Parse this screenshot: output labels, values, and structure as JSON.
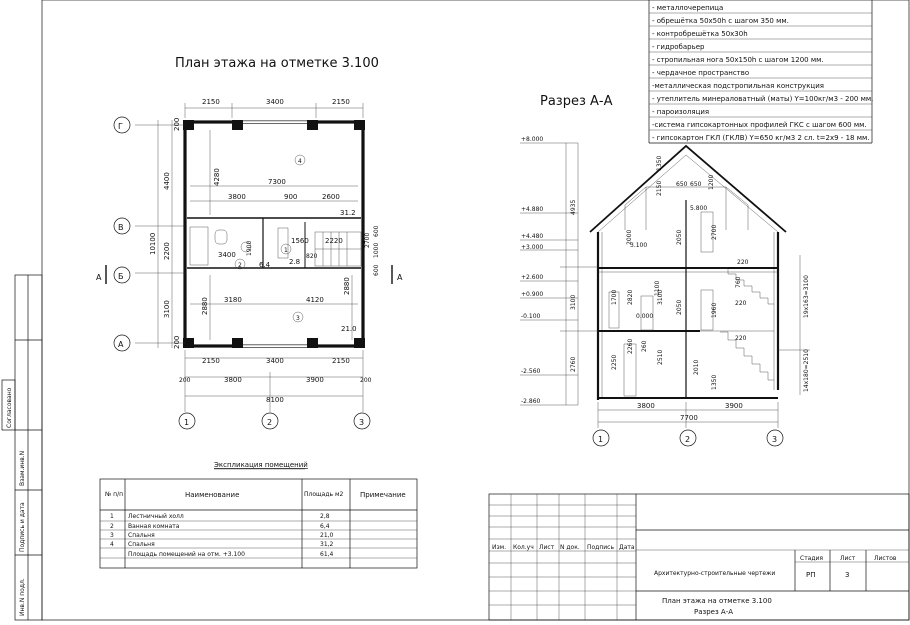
{
  "plan": {
    "title": "План этажа на отметке 3.100",
    "dims_top": [
      "2150",
      "3400",
      "2150"
    ],
    "dims_bottom_1": [
      "2150",
      "3400",
      "2150"
    ],
    "dims_bottom_2": [
      "200",
      "3800",
      "3900",
      "200"
    ],
    "dims_total": "8100",
    "dims_left": [
      "200",
      "4400",
      "2200",
      "3100",
      "200"
    ],
    "dims_left_total": "10100",
    "axes_rows": [
      "Г",
      "В",
      "Б",
      "А"
    ],
    "axes_cols": [
      "1",
      "2",
      "3"
    ],
    "section_mark": "А",
    "inner_labels": [
      "4280",
      "7300",
      "3800",
      "900",
      "2600",
      "31.2",
      "3400",
      "1900",
      "1560",
      "2220",
      "2.8",
      "820",
      "6.4",
      "3180",
      "4120",
      "2880",
      "2880",
      "21.0",
      "2700",
      "1000",
      "600",
      "600"
    ],
    "room_numbers": [
      "4",
      "2",
      "1",
      "3"
    ]
  },
  "section": {
    "title": "Разрез А-А",
    "levels": [
      "+8.000",
      "+4.880",
      "+4.480",
      "+3.000",
      "+2.600",
      "+0.900",
      "-0.100",
      "-2.560",
      "-2.860"
    ],
    "inner_labels": [
      "5.800",
      "3.100",
      "0.000",
      "650",
      "650",
      "1350",
      "2150",
      "1200",
      "2000",
      "2050",
      "2700",
      "1700",
      "2820",
      "3100",
      "2050",
      "1960",
      "2260",
      "2250",
      "2510",
      "2010",
      "1350",
      "260",
      "220",
      "220",
      "220",
      "760",
      "1100",
      "4935",
      "3100",
      "2760"
    ],
    "right_dims": [
      "19х163=3100",
      "14х180=2510"
    ],
    "bottom_dims": [
      "3800",
      "3900"
    ],
    "bottom_total": "7700",
    "axes": [
      "1",
      "2",
      "3"
    ],
    "layers": [
      "- металлочерепица",
      "- обрешётка 50х50h с шагом 350 мм.",
      "- контробрешётка 50х30h",
      "- гидробарьер",
      "- стропильная нога 50х150h с шагом 1200 мм.",
      "- чердачное пространство",
      "-металлическая подстропильная конструкция",
      "- утеплитель минераловатный (маты) Y=100кг/м3 - 200 мм.",
      "- пароизоляция",
      "-система гипсокартонных профилей ГКС с шагом 600 мм.",
      "- гипсокартон ГКЛ (ГКЛВ) Y=650 кг/м3 2 сл. t=2х9 - 18 мм."
    ]
  },
  "explication": {
    "title": "Экспликация помещений",
    "headers": [
      "№ п/п",
      "Наименование",
      "Площадь м2",
      "Примечание"
    ],
    "rows": [
      {
        "num": "1",
        "name": "Лестничный холл",
        "area": "2,8",
        "note": ""
      },
      {
        "num": "2",
        "name": "Ванная комната",
        "area": "6,4",
        "note": ""
      },
      {
        "num": "3",
        "name": "Спальня",
        "area": "21,0",
        "note": ""
      },
      {
        "num": "4",
        "name": "Спальня",
        "area": "31,2",
        "note": ""
      }
    ],
    "total_label": "Площадь помещений на отм. +3.100",
    "total_area": "61,4"
  },
  "stamp": {
    "cols": [
      "Изм.",
      "Кол.уч",
      "Лист",
      "N док.",
      "Подпись",
      "Дата"
    ],
    "doc_type": "Архитектурно-строительные чертежи",
    "stage_label": "Стадия",
    "sheet_label": "Лист",
    "sheets_label": "Листов",
    "stage": "РП",
    "sheet": "3",
    "sheets": "",
    "sheet_title_1": "План этажа на отметке 3.100",
    "sheet_title_2": "Разрез А-А"
  },
  "side_stamp": [
    "Согласовано",
    "Взам.инв.N",
    "Подпись и дата",
    "Инв.N подл."
  ]
}
